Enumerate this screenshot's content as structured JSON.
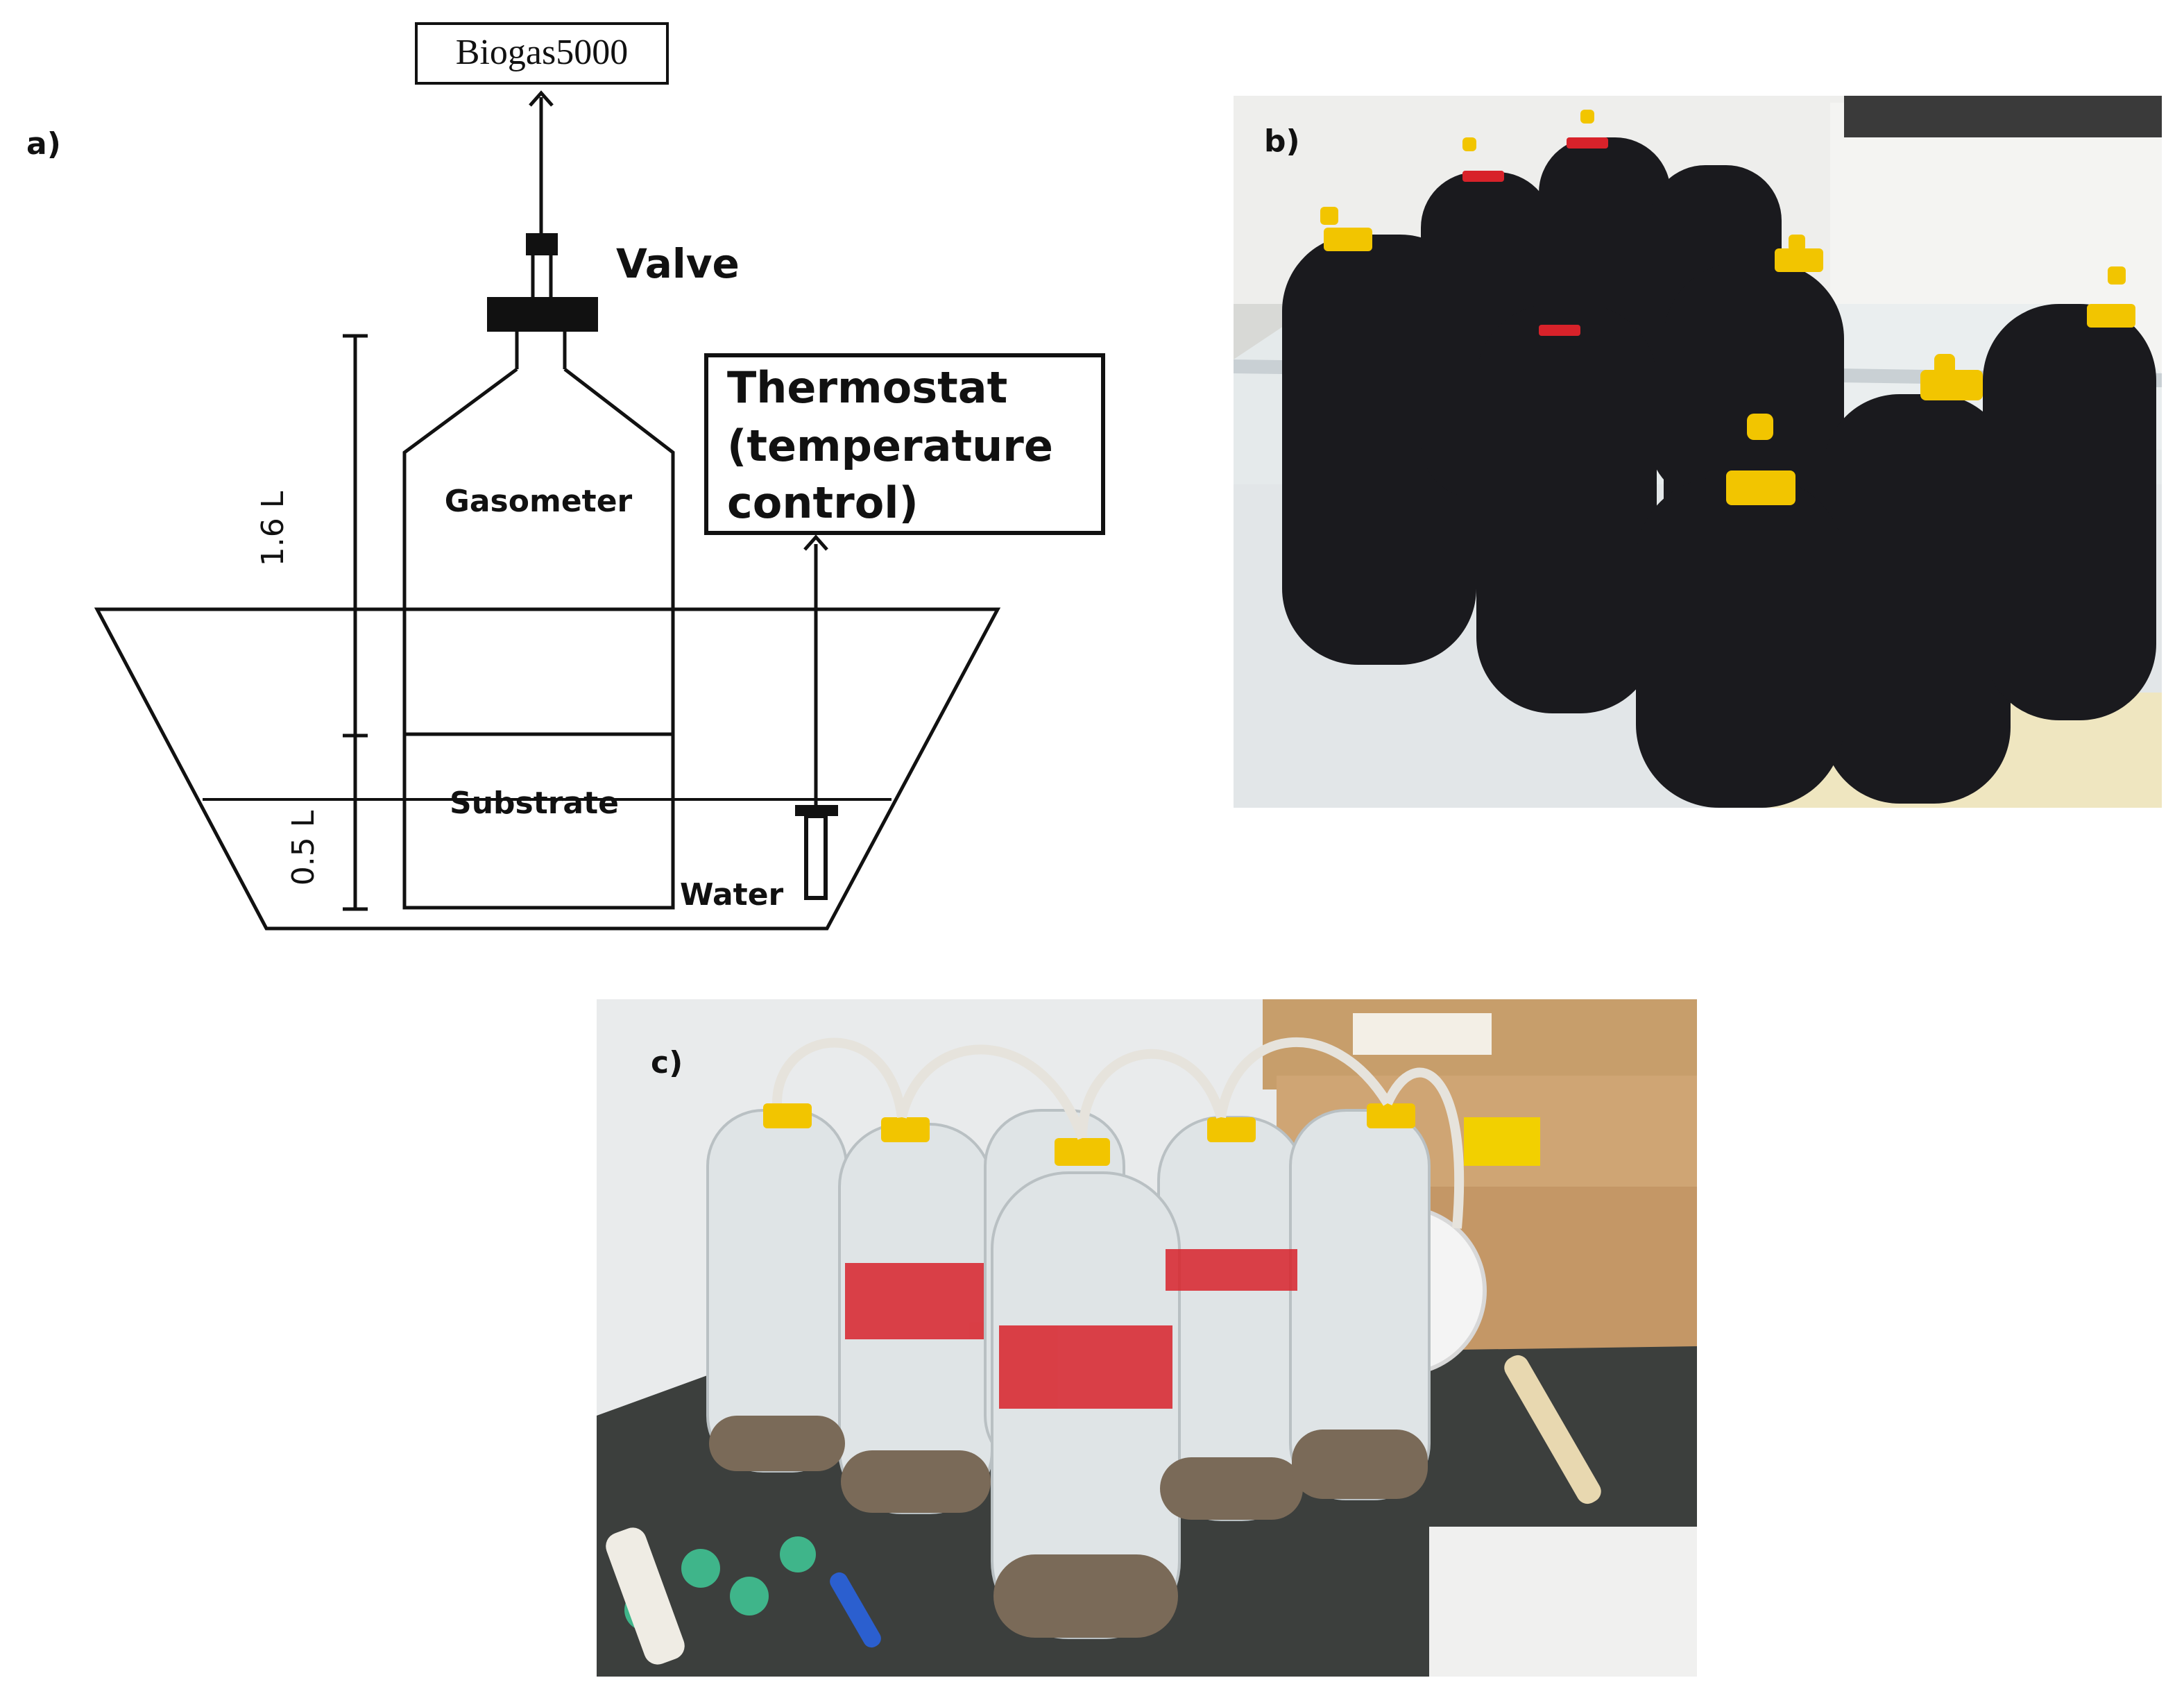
{
  "panels": {
    "a": {
      "label": "a)",
      "biogas_box": "Biogas5000",
      "valve": "Valve",
      "thermostat_line1": "Thermostat",
      "thermostat_line2": "(temperature",
      "thermostat_line3": "control)",
      "gasometer": "Gasometer",
      "substrate": "Substrate",
      "water": "Water",
      "volume_top": "1.6 L",
      "volume_bottom": "0.5 L"
    },
    "b": {
      "label": "b)"
    },
    "c": {
      "label": "c)"
    }
  },
  "colors": {
    "line": "#111111",
    "bottle_dark": "#1a1a1e",
    "cap_yellow": "#f2c500",
    "bench": "#3c3f3d",
    "wall": "#ececec",
    "sludge": "#7a6a58",
    "cardboard": "#c79e6b",
    "label_red": "#d8222a"
  }
}
